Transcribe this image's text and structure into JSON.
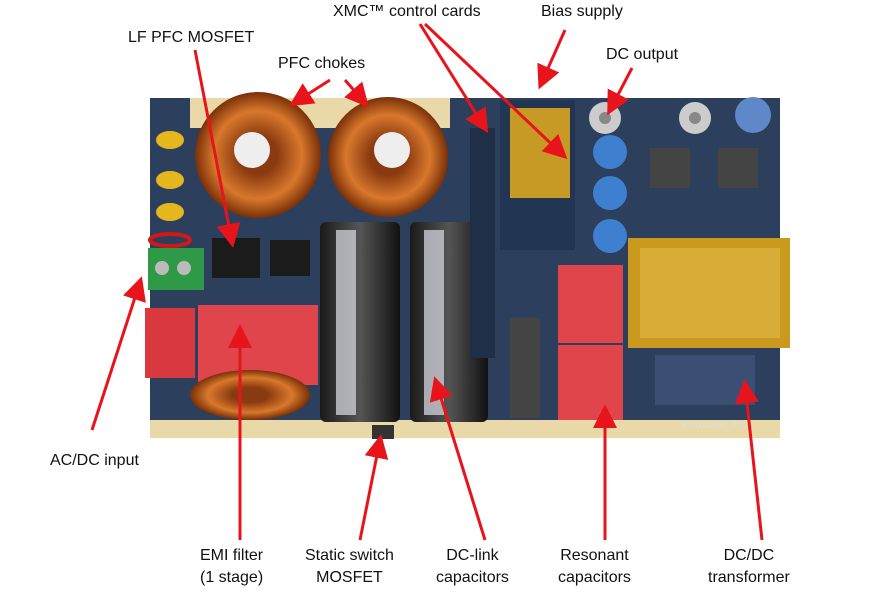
{
  "labels": {
    "xmc_control_cards": "XMC™ control cards",
    "bias_supply": "Bias supply",
    "lf_pfc_mosfet": "LF PFC MOSFET",
    "pfc_chokes": "PFC chokes",
    "dc_output": "DC output",
    "ac_dc_input": "AC/DC input",
    "emi_filter": [
      "EMI filter",
      "(1 stage)"
    ],
    "static_switch_mosfet": [
      "Static switch",
      "MOSFET"
    ],
    "dc_link_capacitors": [
      "DC-link",
      "capacitors"
    ],
    "resonant_capacitors": [
      "Resonant",
      "capacitors"
    ],
    "dc_dc_transformer": [
      "DC/DC",
      "transformer"
    ]
  },
  "board_marking": "M100002980_PSU",
  "colors": {
    "arrow": "#e8141b",
    "pcb": "#2c3f5c",
    "copper": "#c8641e",
    "cap_red": "#e0454c",
    "kapton": "#d9a520"
  }
}
